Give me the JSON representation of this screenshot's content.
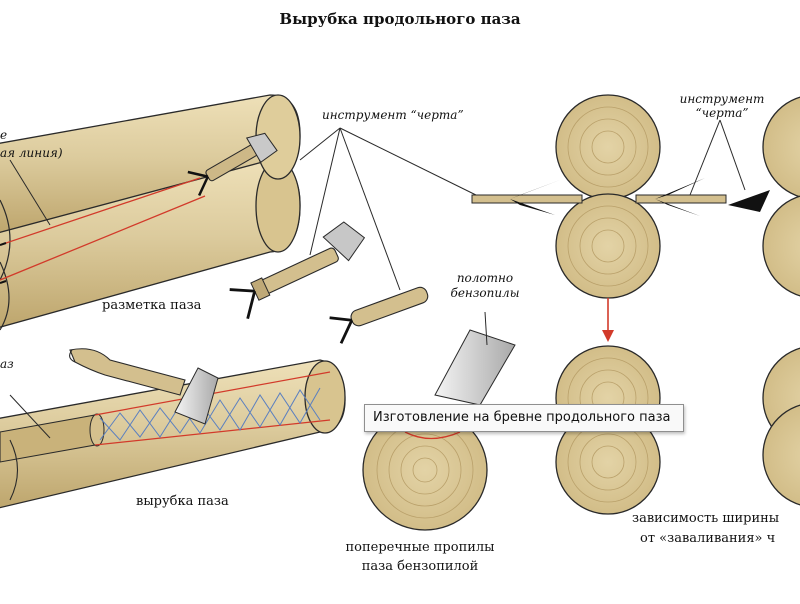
{
  "title": "Вырубка продольного паза",
  "labels": {
    "cut_left_1": "е",
    "cut_left_2": "ая линия)",
    "cut_left_3": "аз",
    "tool_top": "инструмент “черта”",
    "tool_right_1": "инструмент",
    "tool_right_2": "“черта”",
    "marking": "разметка паза",
    "cutting": "вырубка паза",
    "saw_1": "полотно",
    "saw_2": "бензопилы",
    "cross_1": "поперечные пропилы",
    "cross_2": "паза бензопилой",
    "dep_1": "зависимость ширины",
    "dep_2": "от «заваливания» ч"
  },
  "tooltip": "Изготовление на бревне продольного паза",
  "colors": {
    "wood": "#d9c595",
    "wood_light": "#e6d6aa",
    "wood_dark": "#b99f62",
    "outline": "#2a2a2a",
    "mark_line": "#d23a2a",
    "cross_lines": "#5a7fc0",
    "arrow": "#d23a2a"
  }
}
